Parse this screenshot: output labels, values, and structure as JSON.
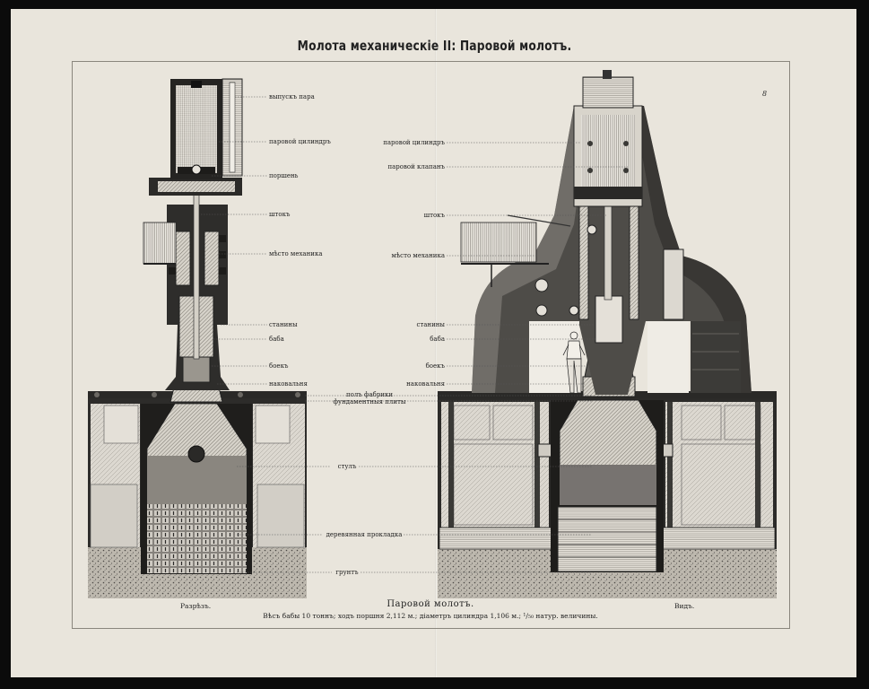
{
  "title": "Молота механическіе II: Паровой молотъ.",
  "page_mark": "8",
  "left_view": {
    "caption": "Разрѣзъ.",
    "labels": {
      "steam_release": "выпускъ пара",
      "steam_cylinder": "паровой цилиндръ",
      "piston": "поршень",
      "rod": "штокъ",
      "mechanic_place": "мѣсто механика",
      "frames": "станины",
      "ram": "баба",
      "striker": "боекъ",
      "anvil": "наковальня"
    }
  },
  "center_labels": {
    "factory_floor": "полъ фабрики",
    "foundation_plates": "фундаментныя плиты",
    "stool": "стулъ",
    "wooden_pad": "деревянная прокладка",
    "ground": "грунтъ"
  },
  "right_view": {
    "caption": "Видъ.",
    "labels": {
      "steam_cylinder": "паровой цилиндръ",
      "steam_valve": "паровой клапанъ",
      "rod": "штокъ",
      "mechanic_place": "мѣсто механика",
      "frames": "станины",
      "ram": "баба",
      "striker": "боекъ",
      "anvil": "наковальня"
    }
  },
  "caption": {
    "title": "Паровой молотъ.",
    "text": "Вѣсъ бабы 10 тоннъ; ходъ поршня 2,112 м.; діаметръ цилиндра 1,106 м.; ¹/₅₀ натур. величины."
  }
}
